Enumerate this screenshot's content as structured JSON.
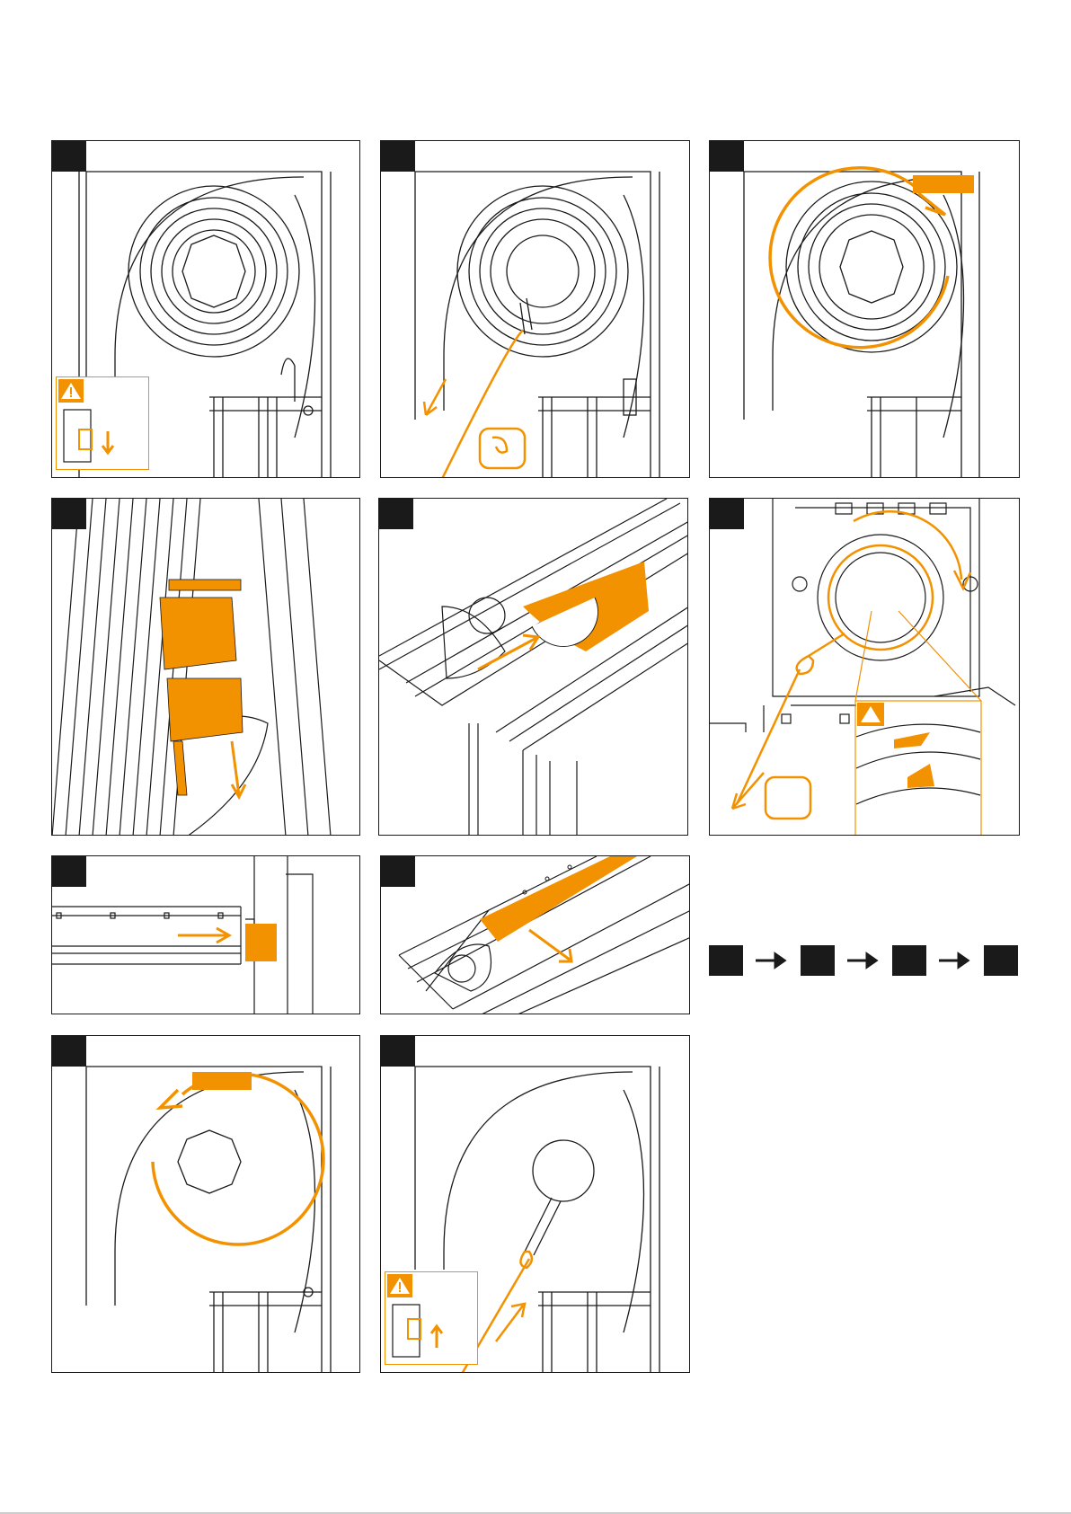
{
  "document": {
    "type": "installation-instruction-sheet",
    "colors": {
      "line": "#1a1a1a",
      "accent": "#f39200",
      "background": "#ffffff"
    },
    "icons": [
      "warning-icon",
      "circuit-breaker-off-icon",
      "circuit-breaker-on-icon",
      "hand-grip-icon",
      "rotation-arrow-icon",
      "direction-arrow-icon"
    ],
    "steps": [
      {
        "id": "step-1",
        "marks": [
          "warning-icon",
          "circuit-breaker-off-icon"
        ]
      },
      {
        "id": "step-2",
        "marks": [
          "hand-grip-icon",
          "direction-arrow-icon"
        ]
      },
      {
        "id": "step-3",
        "marks": [
          "rotation-arrow-icon",
          "orange-label"
        ]
      },
      {
        "id": "step-4",
        "marks": [
          "direction-arrow-icon"
        ]
      },
      {
        "id": "step-5",
        "marks": [
          "direction-arrow-icon"
        ]
      },
      {
        "id": "step-6",
        "marks": [
          "rotation-arrow-icon",
          "hand-grip-icon",
          "warning-icon"
        ]
      },
      {
        "id": "step-7",
        "marks": [
          "direction-arrow-icon"
        ]
      },
      {
        "id": "step-8",
        "marks": [
          "direction-arrow-icon"
        ]
      },
      {
        "id": "step-9",
        "marks": [
          "rotation-arrow-icon",
          "orange-label"
        ]
      },
      {
        "id": "step-10",
        "marks": [
          "warning-icon",
          "circuit-breaker-on-icon",
          "direction-arrow-icon"
        ]
      }
    ],
    "sequence": {
      "boxes": 4,
      "arrow": "right-arrow-icon"
    }
  }
}
